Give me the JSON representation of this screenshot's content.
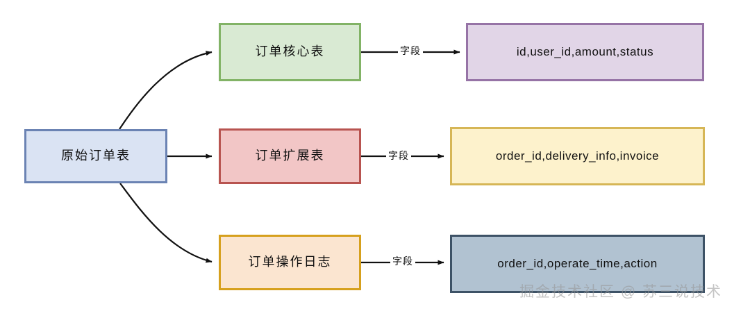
{
  "diagram": {
    "type": "flowchart",
    "direction": "left-to-right",
    "nodes": [
      {
        "id": "source",
        "label": "原始订单表",
        "fill": "#dae3f3",
        "stroke": "#6b83b3"
      },
      {
        "id": "core",
        "label": "订单核心表",
        "fill": "#d9ead3",
        "stroke": "#82b366"
      },
      {
        "id": "ext",
        "label": "订单扩展表",
        "fill": "#f2c6c6",
        "stroke": "#b85450"
      },
      {
        "id": "log",
        "label": "订单操作日志",
        "fill": "#fbe5d0",
        "stroke": "#d6a01d"
      },
      {
        "id": "core_fields",
        "label": "id,user_id,amount,status",
        "fill": "#e1d5e7",
        "stroke": "#9673a6"
      },
      {
        "id": "ext_fields",
        "label": "order_id,delivery_info,invoice",
        "fill": "#fdf2cc",
        "stroke": "#d6b656"
      },
      {
        "id": "log_fields",
        "label": "order_id,operate_time,action",
        "fill": "#b1c2d1",
        "stroke": "#3d5266"
      }
    ],
    "edges": [
      {
        "from": "source",
        "to": "core",
        "label": "",
        "style": "curved"
      },
      {
        "from": "source",
        "to": "ext",
        "label": "",
        "style": "straight"
      },
      {
        "from": "source",
        "to": "log",
        "label": "",
        "style": "curved"
      },
      {
        "from": "core",
        "to": "core_fields",
        "label": "字段",
        "style": "straight"
      },
      {
        "from": "ext",
        "to": "ext_fields",
        "label": "字段",
        "style": "straight"
      },
      {
        "from": "log",
        "to": "log_fields",
        "label": "字段",
        "style": "straight"
      }
    ]
  },
  "watermark": {
    "text": "掘金技术社区 @ 苏三说技术"
  }
}
